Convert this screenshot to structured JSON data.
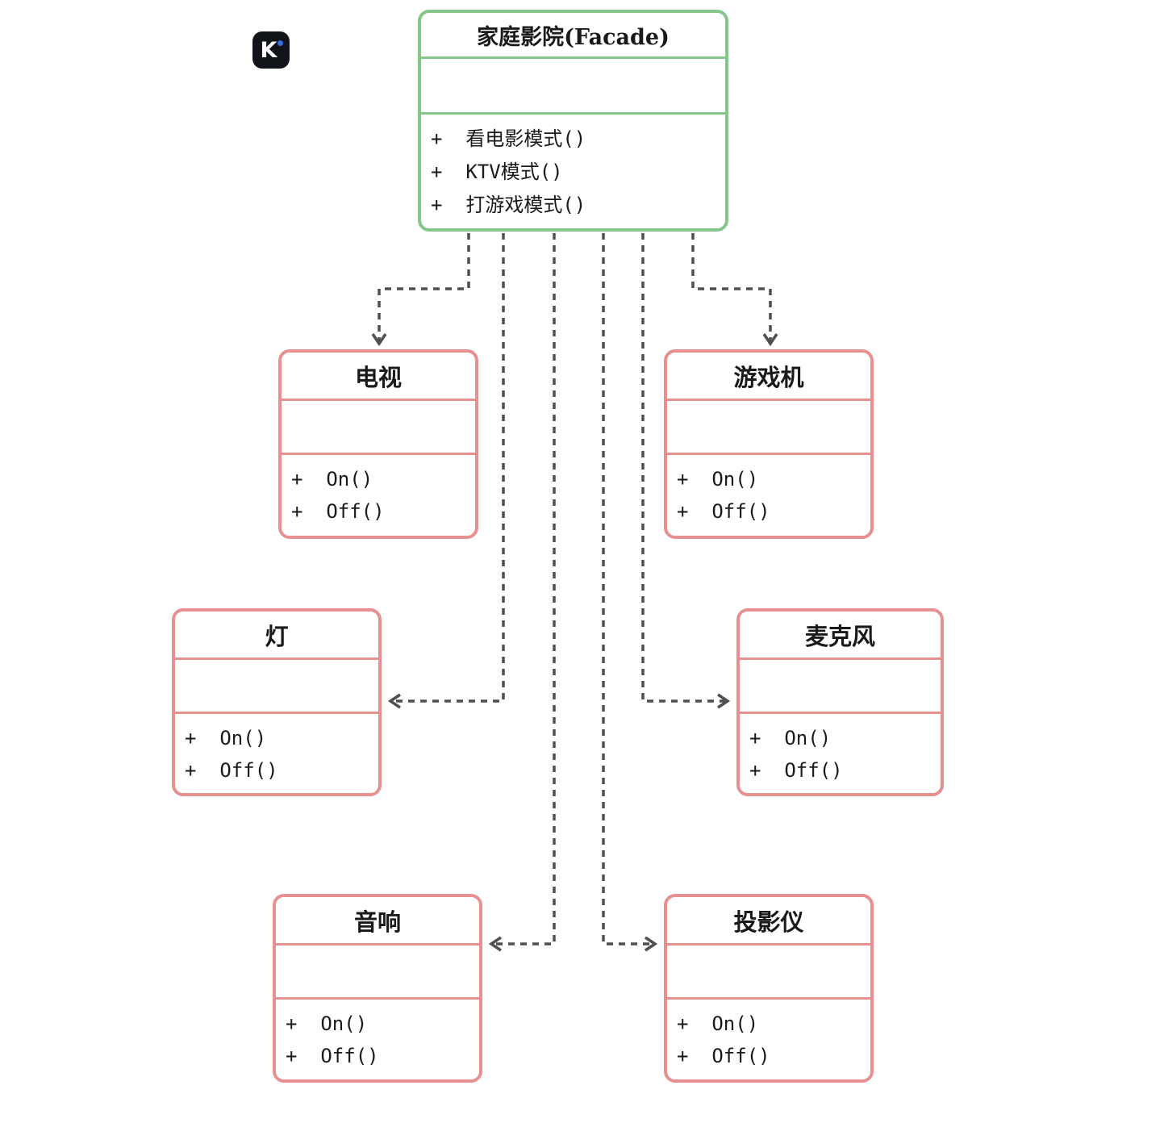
{
  "logo": {
    "letter": "K"
  },
  "colors": {
    "facade_border": "#85c68a",
    "subsystem_border": "#e89090",
    "connector": "#4f4f4f",
    "logo_bg": "#111418",
    "logo_dot": "#3b6ce8"
  },
  "facade": {
    "title": "家庭影院(Facade)",
    "attributes": "",
    "methods": [
      "+  看电影模式()",
      "+  KTV模式()",
      "+  打游戏模式()"
    ]
  },
  "subsystems": [
    {
      "id": "tv",
      "title": "电视",
      "attributes": "",
      "methods": [
        "+  On()",
        "+  Off()"
      ]
    },
    {
      "id": "game-console",
      "title": "游戏机",
      "attributes": "",
      "methods": [
        "+  On()",
        "+  Off()"
      ]
    },
    {
      "id": "light",
      "title": "灯",
      "attributes": "",
      "methods": [
        "+  On()",
        "+  Off()"
      ]
    },
    {
      "id": "microphone",
      "title": "麦克风",
      "attributes": "",
      "methods": [
        "+  On()",
        "+  Off()"
      ]
    },
    {
      "id": "speaker",
      "title": "音响",
      "attributes": "",
      "methods": [
        "+  On()",
        "+  Off()"
      ]
    },
    {
      "id": "projector",
      "title": "投影仪",
      "attributes": "",
      "methods": [
        "+  On()",
        "+  Off()"
      ]
    }
  ],
  "connections": [
    {
      "from": "家庭影院(Facade)",
      "to": "电视",
      "type": "dashed-dependency"
    },
    {
      "from": "家庭影院(Facade)",
      "to": "游戏机",
      "type": "dashed-dependency"
    },
    {
      "from": "家庭影院(Facade)",
      "to": "灯",
      "type": "dashed-dependency"
    },
    {
      "from": "家庭影院(Facade)",
      "to": "麦克风",
      "type": "dashed-dependency"
    },
    {
      "from": "家庭影院(Facade)",
      "to": "音响",
      "type": "dashed-dependency"
    },
    {
      "from": "家庭影院(Facade)",
      "to": "投影仪",
      "type": "dashed-dependency"
    }
  ]
}
